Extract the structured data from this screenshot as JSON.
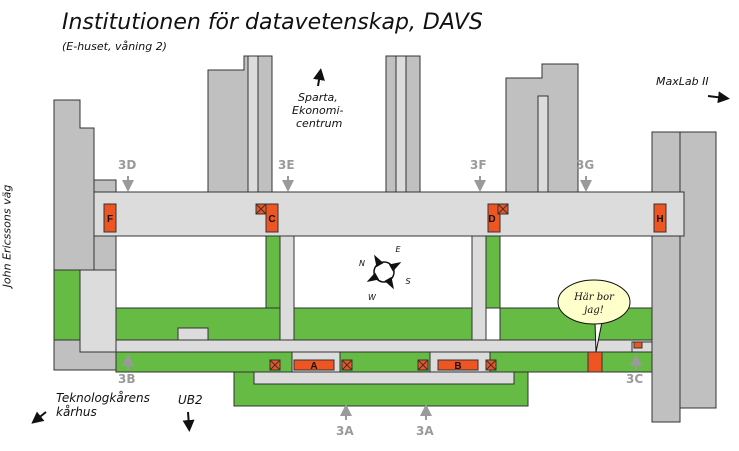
{
  "title": "Institutionen för datavetenskap, DAVS",
  "subtitle": "(E-huset, våning 2)",
  "directions": {
    "maxlab": "MaxLab II",
    "sparta_1": "Sparta,",
    "sparta_2": "Ekonomi-",
    "sparta_3": "centrum",
    "john": "John Ericssons väg",
    "tekno_1": "Teknologkårens",
    "tekno_2": "kårhus",
    "ub2": "UB2"
  },
  "entrances": {
    "e3d": "3D",
    "e3e": "3E",
    "e3f": "3F",
    "e3g": "3G",
    "e3b": "3B",
    "e3c": "3C",
    "e3a_left": "3A",
    "e3a_right": "3A"
  },
  "stairs": {
    "f": "F",
    "c": "C",
    "d": "D",
    "h": "H",
    "a": "A",
    "b": "B"
  },
  "compass": {
    "n": "N",
    "e": "E",
    "s": "S",
    "w": "W"
  },
  "bubble_1": "Här bor",
  "bubble_2": "jag!",
  "colors": {
    "building": "#c0c0c0",
    "corridor": "#dcdcdc",
    "green": "#66bb44",
    "stair": "#ee5522",
    "outline": "#333333"
  }
}
